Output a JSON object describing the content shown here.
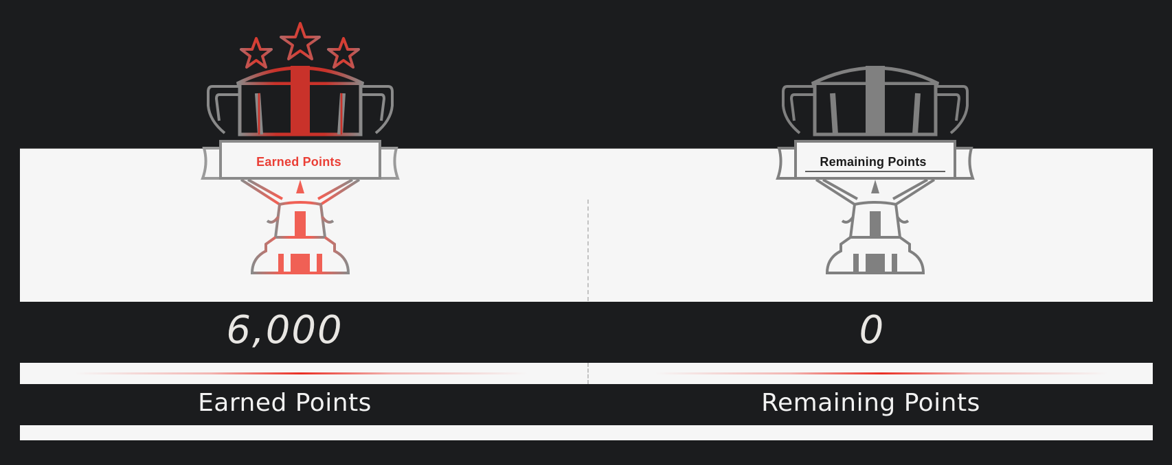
{
  "colors": {
    "background": "#1b1c1e",
    "panel": "#f6f6f6",
    "accent": "#ea3f36",
    "trophy_gray": "#808080",
    "value_text": "#e8e6e3"
  },
  "cards": [
    {
      "id": "earned",
      "banner_label": "Earned Points",
      "value": "6,000",
      "caption": "Earned Points",
      "icon": "trophy-with-stars-icon",
      "stars": 3,
      "active": true
    },
    {
      "id": "remaining",
      "banner_label": "Remaining Points",
      "value": "0",
      "caption": "Remaining Points",
      "icon": "trophy-icon",
      "stars": 0,
      "active": false
    }
  ]
}
